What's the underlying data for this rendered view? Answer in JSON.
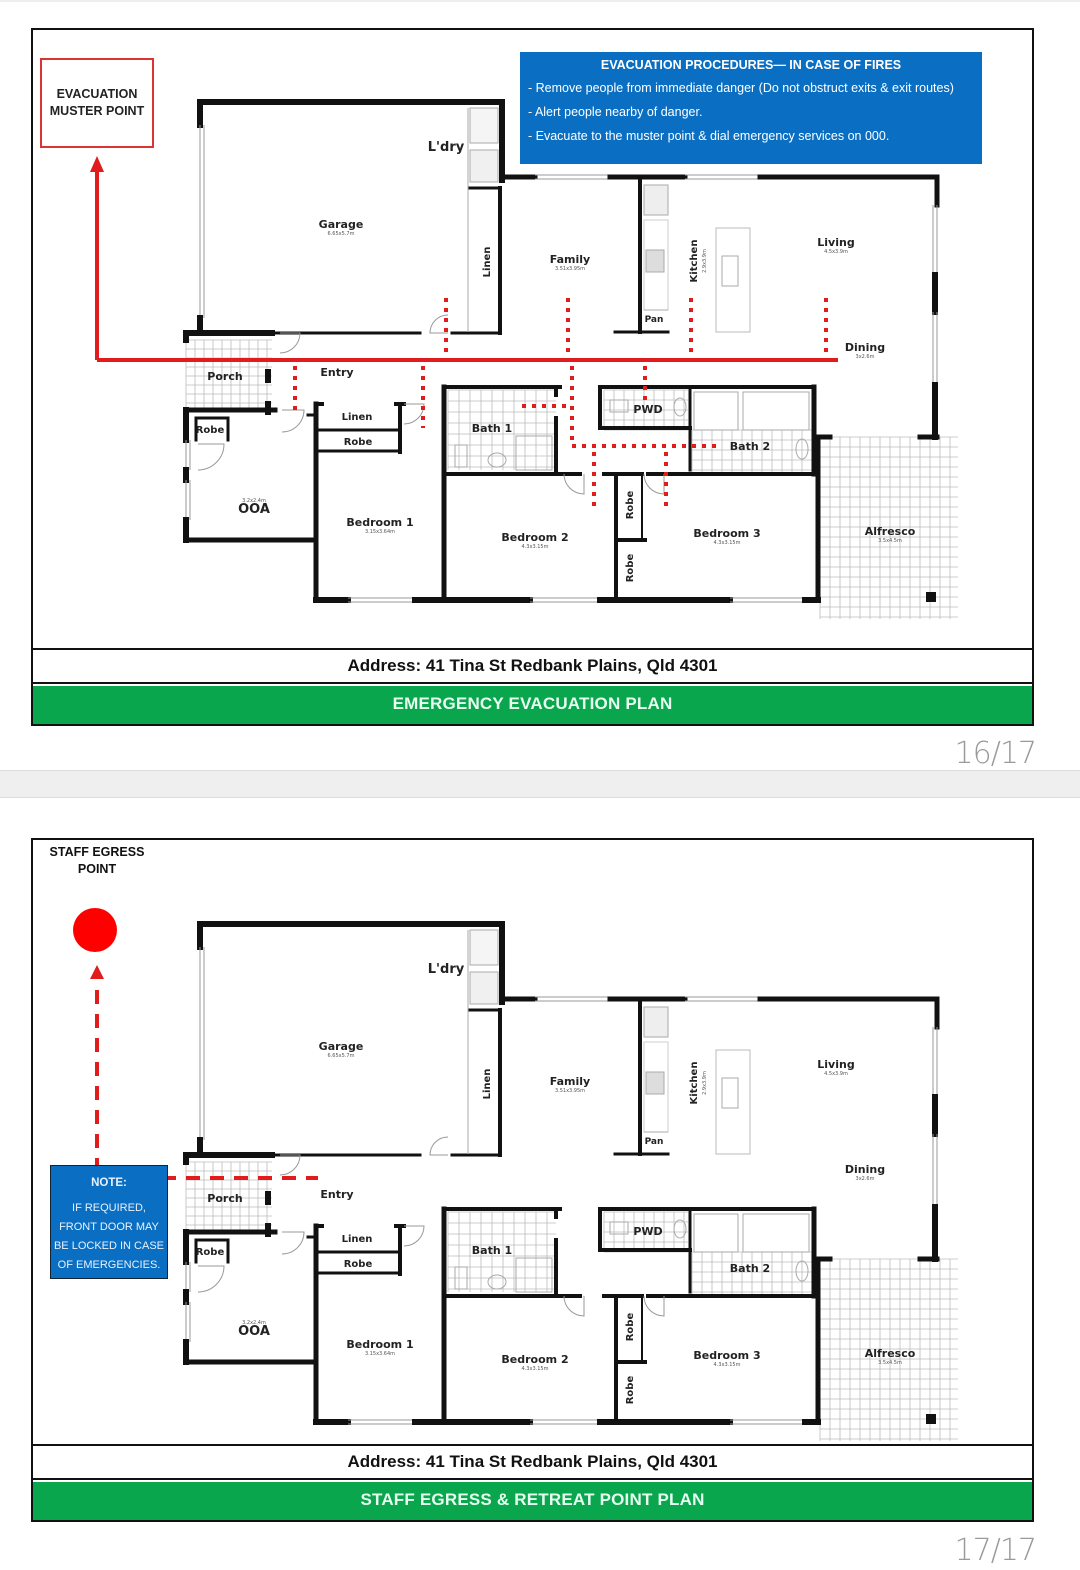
{
  "pages": [
    {
      "procedures": {
        "title": "EVACUATION PROCEDURES— IN CASE OF FIRES",
        "lines": [
          "- Remove people from immediate danger (Do not obstruct exits & exit routes)",
          "- Alert people nearby of danger.",
          "- Evacuate to the muster point & dial emergency services on 000."
        ]
      },
      "muster_point": "EVACUATION MUSTER POINT",
      "address": "Address: 41 Tina St Redbank Plains, Qld 4301",
      "plan_title": "EMERGENCY EVACUATION PLAN",
      "page_number": "16/17"
    },
    {
      "egress_point": "STAFF EGRESS POINT",
      "note": {
        "title": "NOTE:",
        "lines": [
          "IF REQUIRED,",
          "FRONT DOOR MAY",
          "BE LOCKED IN CASE",
          "OF EMERGENCIES."
        ]
      },
      "address": "Address: 41 Tina St Redbank Plains, Qld 4301",
      "plan_title": "STAFF EGRESS & RETREAT POINT PLAN",
      "page_number": "17/17"
    }
  ],
  "rooms": {
    "garage": {
      "name": "Garage",
      "dim": "6.65x5.7m"
    },
    "laundry": {
      "name": "L'dry"
    },
    "linen_top": {
      "name": "Linen"
    },
    "family": {
      "name": "Family",
      "dim": "3.51x3.95m"
    },
    "pantry": {
      "name": "Pan"
    },
    "kitchen": {
      "name": "Kitchen",
      "dim": "2.9x3.9m"
    },
    "living": {
      "name": "Living",
      "dim": "4.5x3.9m"
    },
    "dining": {
      "name": "Dining",
      "dim": "3x2.6m"
    },
    "porch": {
      "name": "Porch"
    },
    "entry": {
      "name": "Entry"
    },
    "linen": {
      "name": "Linen"
    },
    "robe_bed1": {
      "name": "Robe"
    },
    "robe_ooa": {
      "name": "Robe"
    },
    "ooa": {
      "name": "OOA",
      "dim": "3.2x2.4m"
    },
    "bedroom1": {
      "name": "Bedroom 1",
      "dim": "3.15x3.64m"
    },
    "bath1": {
      "name": "Bath 1"
    },
    "pwd": {
      "name": "PWD"
    },
    "bath2": {
      "name": "Bath 2"
    },
    "bedroom2": {
      "name": "Bedroom 2",
      "dim": "4.3x3.15m"
    },
    "robe_a": {
      "name": "Robe"
    },
    "robe_b": {
      "name": "Robe"
    },
    "bedroom3": {
      "name": "Bedroom 3",
      "dim": "4.3x3.15m"
    },
    "alfresco": {
      "name": "Alfresco",
      "dim": "3.5x4.5m"
    }
  },
  "colors": {
    "route_red": "#e01c1c",
    "banner_green": "#0aa64e",
    "info_blue": "#0a6fc2",
    "egress_dot": "#ff0000"
  }
}
